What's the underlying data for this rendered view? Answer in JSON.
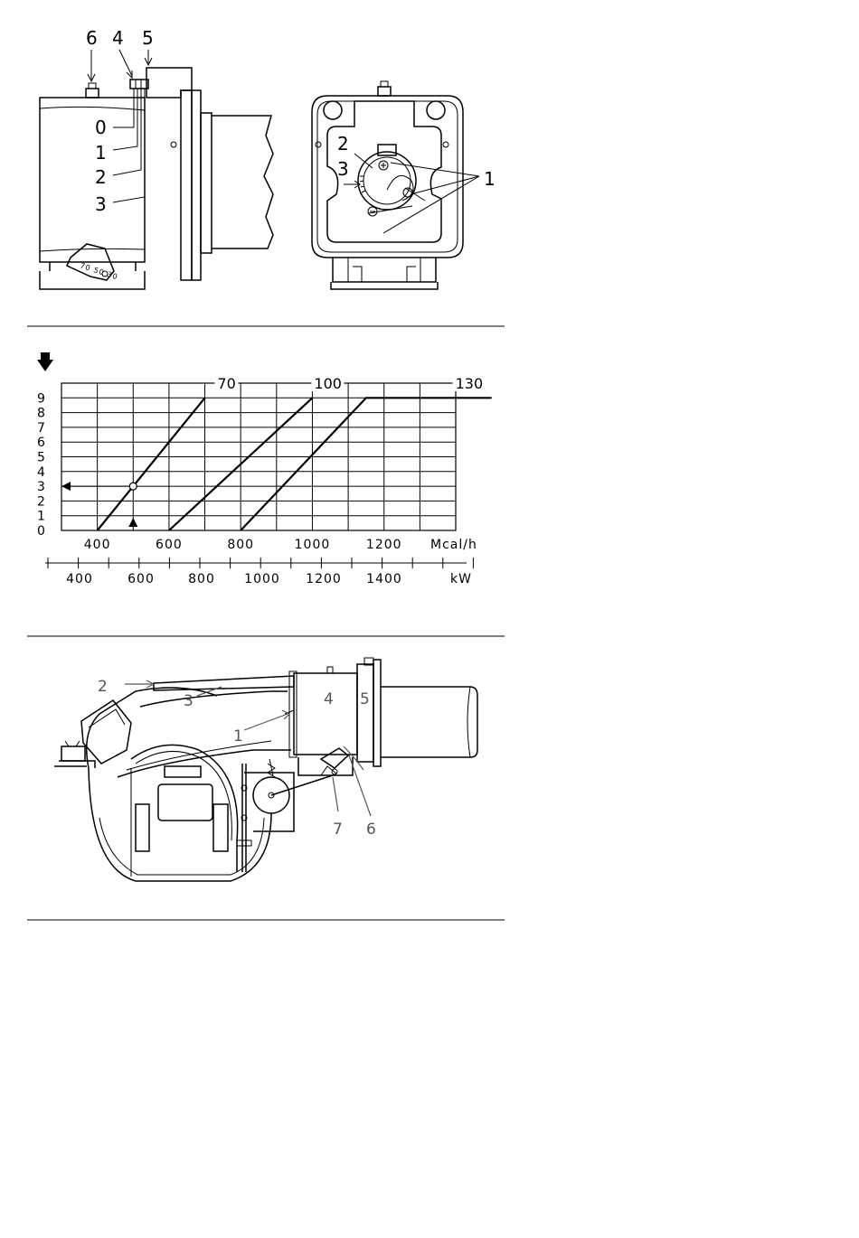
{
  "figure1": {
    "side_labels": [
      "6",
      "4",
      "5",
      "0",
      "1",
      "2",
      "3"
    ],
    "front_labels": [
      "2",
      "3",
      "1"
    ]
  },
  "chart_data": {
    "type": "line",
    "x": {
      "unit": "Mcal/h",
      "ticks": [
        "400",
        "600",
        "800",
        "1000",
        "1200"
      ],
      "range": [
        300,
        1400
      ]
    },
    "x2": {
      "unit": "kW",
      "ticks": [
        "400",
        "600",
        "800",
        "1000",
        "1200",
        "1400"
      ]
    },
    "y": {
      "ticks": [
        "0",
        "1",
        "2",
        "3",
        "4",
        "5",
        "6",
        "7",
        "8",
        "9"
      ],
      "range": [
        0,
        9
      ]
    },
    "grid": true,
    "series": [
      {
        "name": "70",
        "points": [
          [
            400,
            0
          ],
          [
            700,
            9
          ]
        ]
      },
      {
        "name": "100",
        "points": [
          [
            600,
            0
          ],
          [
            1000,
            9
          ]
        ]
      },
      {
        "name": "130",
        "points": [
          [
            800,
            0
          ],
          [
            1150,
            9
          ],
          [
            1500,
            9
          ]
        ]
      }
    ],
    "example_point": {
      "x": 500,
      "y": 3
    }
  },
  "figure3": {
    "labels": [
      "2",
      "3",
      "4",
      "5",
      "1",
      "7",
      "6"
    ]
  }
}
